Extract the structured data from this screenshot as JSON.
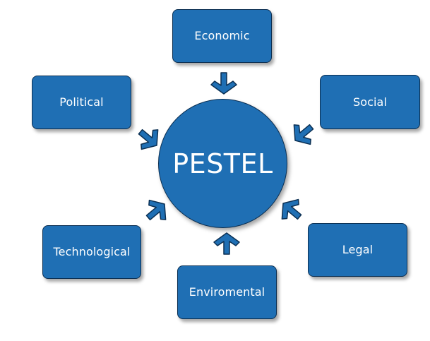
{
  "diagram": {
    "center": {
      "label": "PESTEL"
    },
    "factors": {
      "economic": "Economic",
      "political": "Political",
      "social": "Social",
      "technological": "Technological",
      "legal": "Legal",
      "enviromental": "Enviromental"
    }
  },
  "colors": {
    "fill": "#1f6fb4",
    "outline": "#0b2f52",
    "text": "#ffffff",
    "background": "#ffffff"
  },
  "icons": {
    "connector": "arrow-icon"
  }
}
